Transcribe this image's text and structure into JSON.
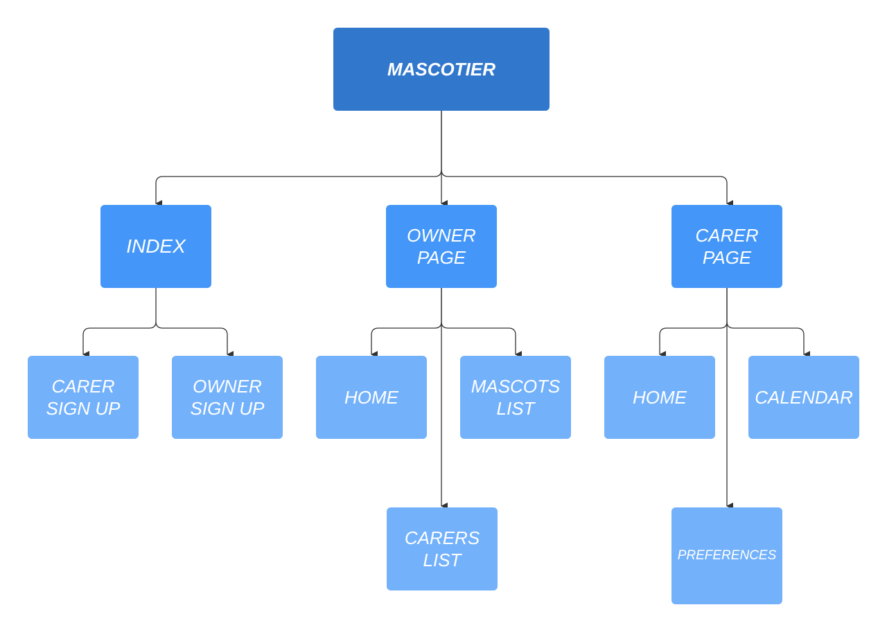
{
  "nodes": {
    "root": "MASCOTIER",
    "index": "INDEX",
    "owner_page": {
      "line1": "OWNER",
      "line2": "PAGE"
    },
    "carer_page": {
      "line1": "CARER",
      "line2": "PAGE"
    },
    "carer_signup": {
      "line1": "CARER",
      "line2": "SIGN UP"
    },
    "owner_signup": {
      "line1": "OWNER",
      "line2": "SIGN UP"
    },
    "owner_home": "HOME",
    "mascots_list": {
      "line1": "MASCOTS",
      "line2": "LIST"
    },
    "carers_list": {
      "line1": "CARERS",
      "line2": "LIST"
    },
    "carer_home": "HOME",
    "calendar": "CALENDAR",
    "preferences": "PREFERENCES"
  },
  "colors": {
    "root": "#3178cd",
    "level1": "#4497f9",
    "level2": "#73b1fb",
    "connector": "#333333"
  },
  "edges": [
    [
      "root",
      "index"
    ],
    [
      "root",
      "owner_page"
    ],
    [
      "root",
      "carer_page"
    ],
    [
      "index",
      "carer_signup"
    ],
    [
      "index",
      "owner_signup"
    ],
    [
      "owner_page",
      "owner_home"
    ],
    [
      "owner_page",
      "mascots_list"
    ],
    [
      "owner_page",
      "carers_list"
    ],
    [
      "carer_page",
      "carer_home"
    ],
    [
      "carer_page",
      "calendar"
    ],
    [
      "carer_page",
      "preferences"
    ]
  ]
}
